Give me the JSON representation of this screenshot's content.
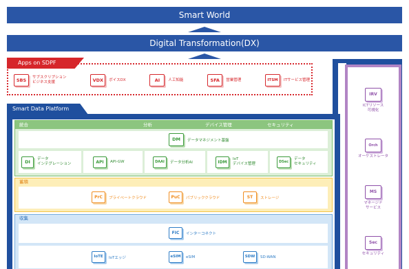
{
  "bands": {
    "smart_world": "Smart World",
    "dx": "Digital Transformation(DX)"
  },
  "apps": {
    "title": "Apps on SDPF",
    "items": [
      {
        "icon": "SBS",
        "label": "サブスクリプション\nビジネス支援"
      },
      {
        "icon": "VDX",
        "label": "ボイスDX"
      },
      {
        "icon": "AI",
        "label": "人工知能"
      },
      {
        "icon": "SFA",
        "label": "営業管理"
      },
      {
        "icon": "ITSM",
        "label": "ITサービス管理"
      }
    ]
  },
  "sdp": {
    "title": "Smart Data Platform",
    "green": {
      "headers": [
        "統合",
        "分析",
        "デバイス管理",
        "セキュリティ"
      ],
      "dm": {
        "icon": "DM",
        "label": "データマネジメント基盤"
      },
      "nodes": [
        {
          "icon": "DI",
          "label": "データ\nインテグレーション"
        },
        {
          "icon": "API",
          "label": "API-GW"
        },
        {
          "icon": "DAAI",
          "label": "データ分析AI"
        },
        {
          "icon": "IDM",
          "label": "IoT\nデバイス管理"
        },
        {
          "icon": "DSec",
          "label": "データ\nセキュリティ"
        }
      ]
    },
    "yellow": {
      "header": "蓄積",
      "nodes": [
        {
          "icon": "PrC",
          "label": "プライベートクラウド"
        },
        {
          "icon": "PuC",
          "label": "パブリッククラウド"
        },
        {
          "icon": "ST",
          "label": "ストレージ"
        }
      ]
    },
    "blue": {
      "header": "収集",
      "fic": {
        "icon": "FIC",
        "label": "インターコネクト"
      },
      "nodes": [
        {
          "icon": "IoTE",
          "label": "IoTエッジ"
        },
        {
          "icon": "eSIM",
          "label": "eSIM"
        },
        {
          "icon": "SDW",
          "label": "SD-WAN"
        }
      ]
    }
  },
  "right": {
    "items": [
      {
        "icon": "IRV",
        "label": "ICTリソース\n可視化"
      },
      {
        "icon": "Orch",
        "label": "オーケストレータ"
      },
      {
        "icon": "MS",
        "label": "マネージド\nサービス"
      },
      {
        "icon": "Sec",
        "label": "セキュリティ"
      }
    ]
  },
  "colors": {
    "navy": "#2a56a6",
    "red": "#d6262b",
    "green": "#3a9a3a",
    "orange": "#f08c1e",
    "blue": "#2d7cc6",
    "purple": "#8e4fa8"
  }
}
